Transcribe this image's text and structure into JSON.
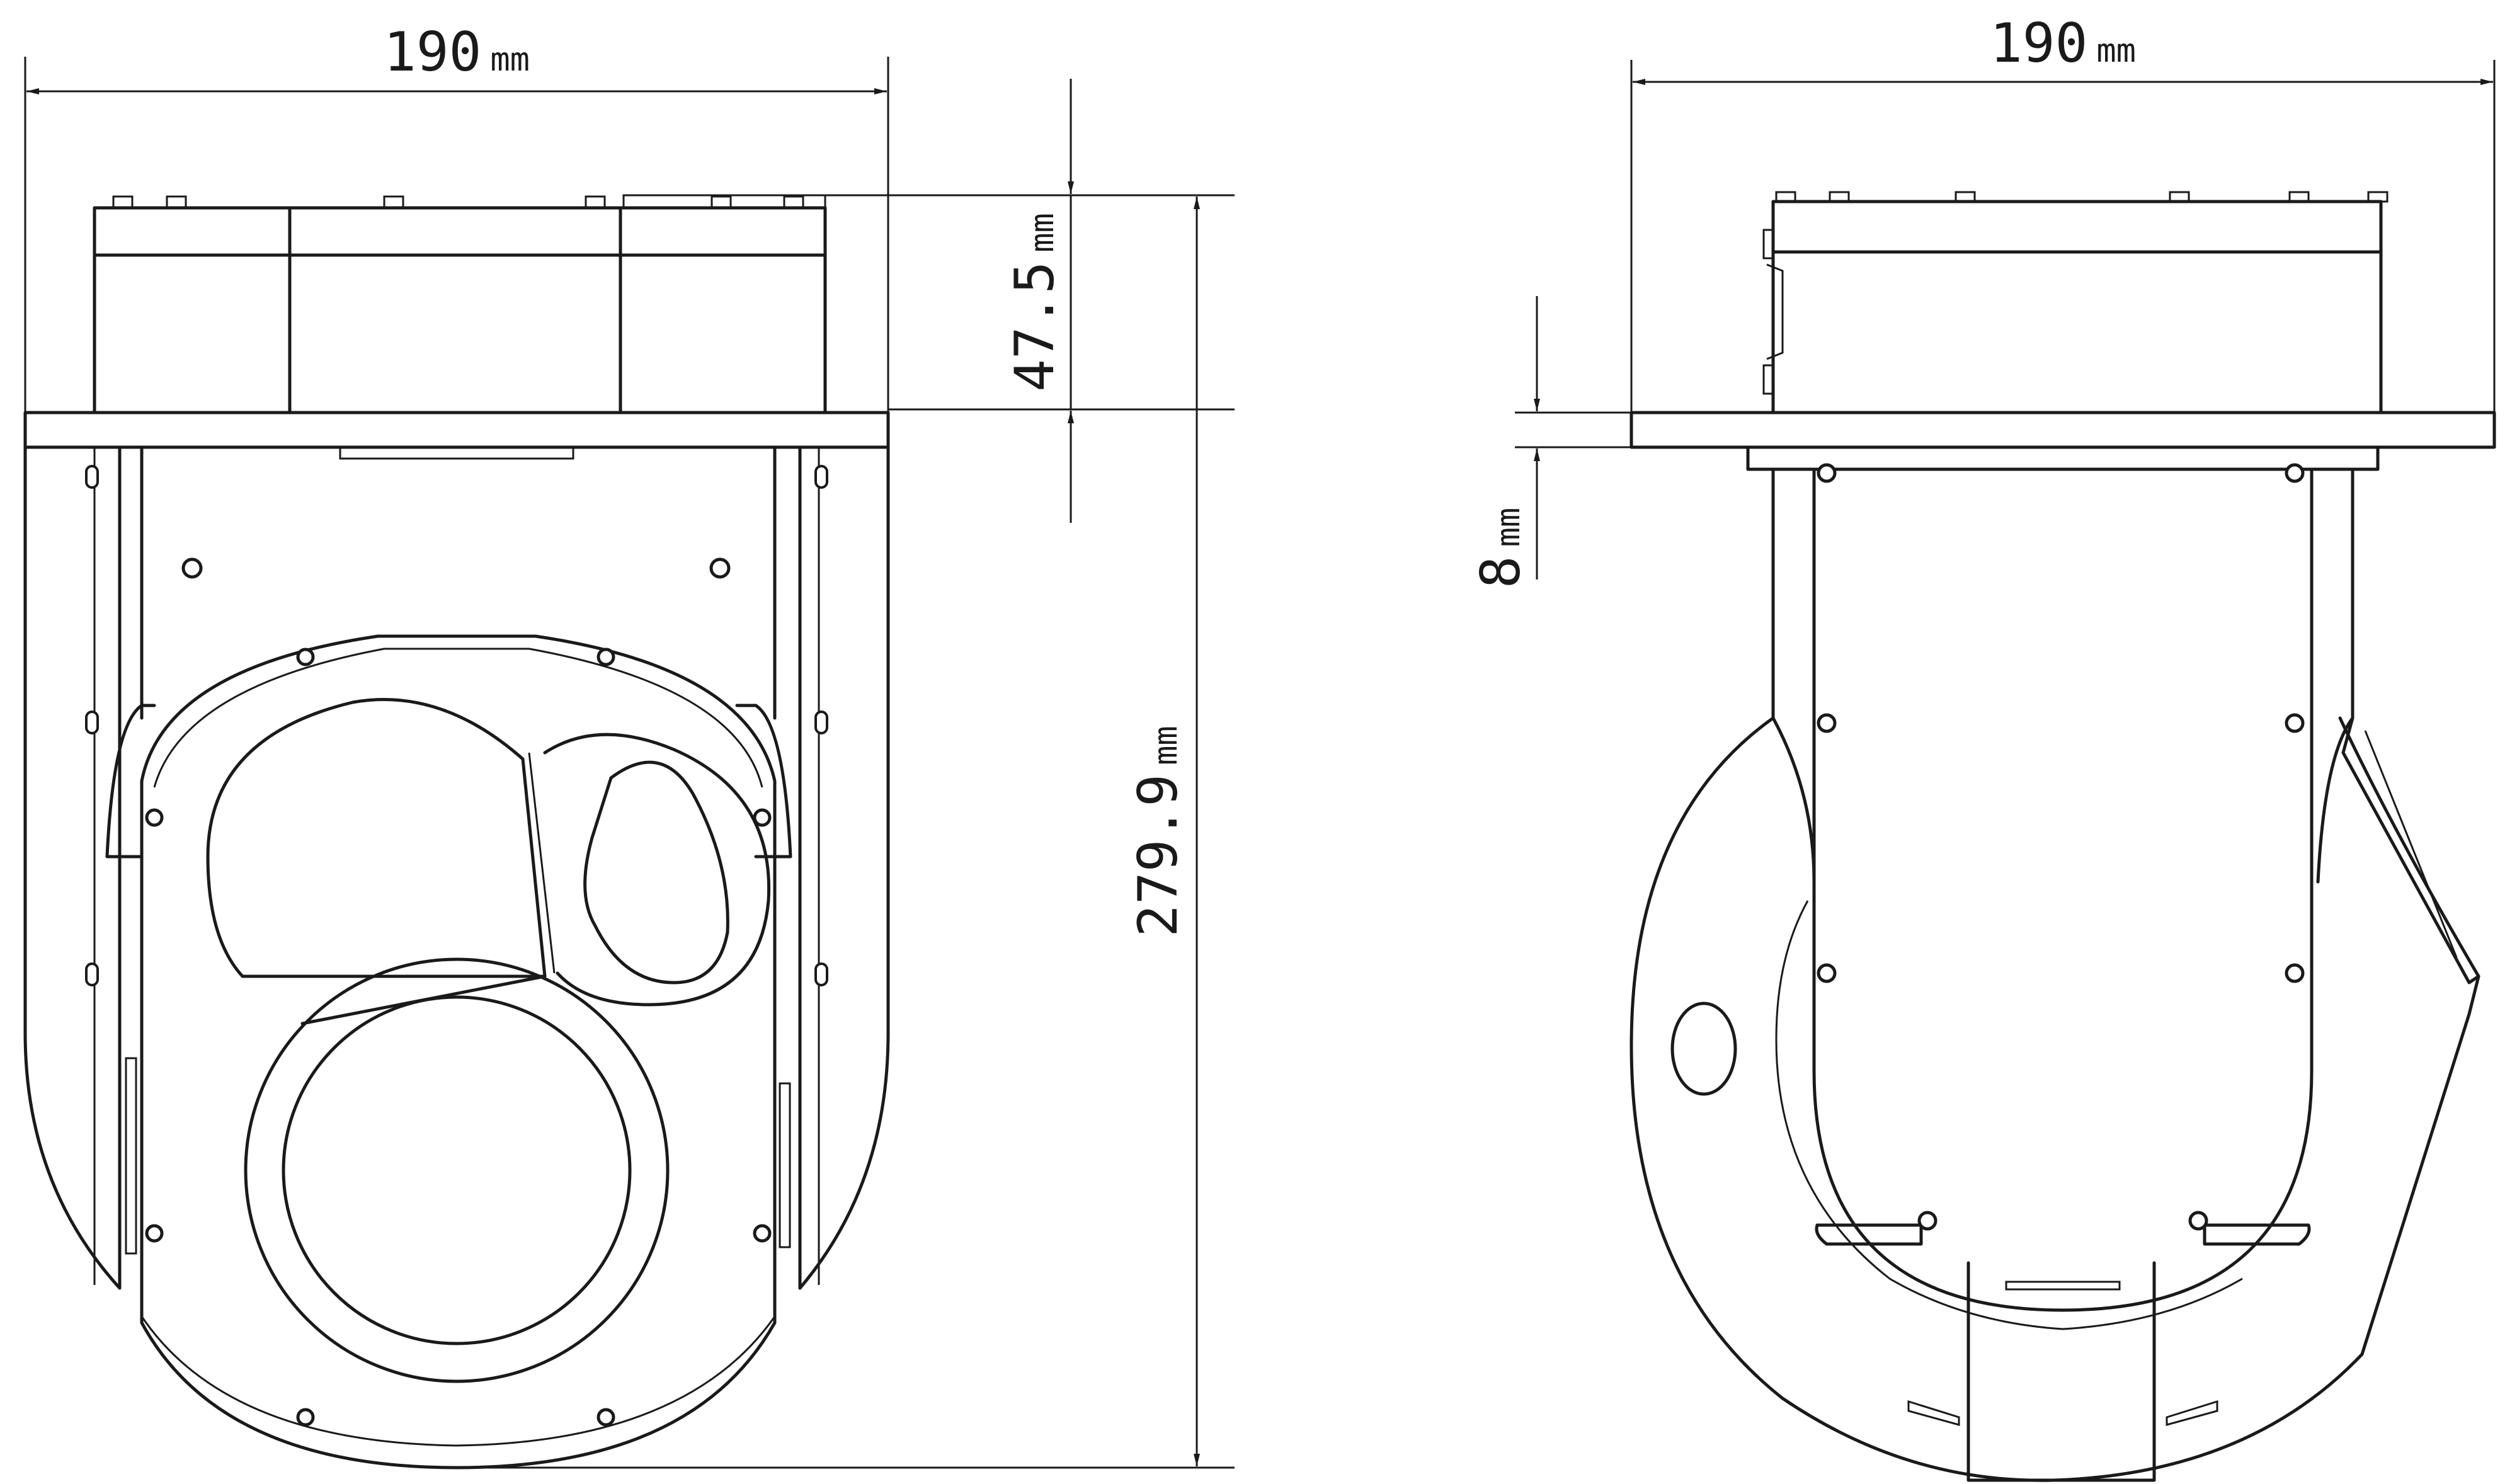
{
  "front_view": {
    "width_dimension": {
      "value": "190",
      "unit": "mm"
    },
    "plate_height_dimension": {
      "value": "47.5",
      "unit": "mm"
    },
    "total_height_dimension": {
      "value": "279.9",
      "unit": "mm"
    }
  },
  "side_view": {
    "width_dimension": {
      "value": "190",
      "unit": "mm"
    },
    "plate_thickness_dimension": {
      "value": "8",
      "unit": "mm"
    }
  },
  "colors": {
    "line": "#1a1a1a",
    "background": "#ffffff"
  }
}
